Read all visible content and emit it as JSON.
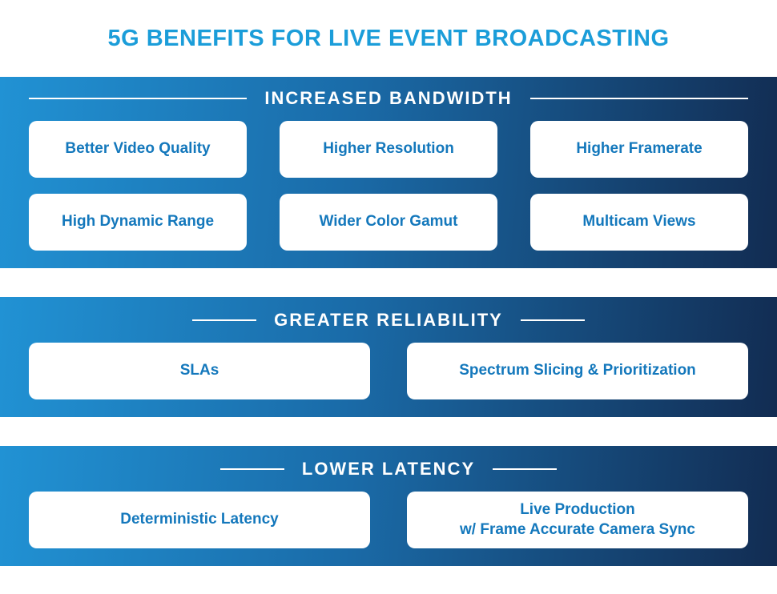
{
  "page": {
    "title": "5G BENEFITS FOR LIVE EVENT BROADCASTING"
  },
  "colors": {
    "title_text": "#1b9dd9",
    "band_gradient_start": "#2192d4",
    "band_gradient_end": "#122c52",
    "heading_text": "#ffffff",
    "card_background": "#ffffff",
    "card_text": "#1478bc"
  },
  "sections": [
    {
      "heading": "INCREASED BANDWIDTH",
      "cards": [
        "Better Video Quality",
        "Higher Resolution",
        "Higher Framerate",
        "High Dynamic Range",
        "Wider Color Gamut",
        "Multicam Views"
      ]
    },
    {
      "heading": "GREATER RELIABILITY",
      "cards": [
        "SLAs",
        "Spectrum Slicing & Prioritization"
      ]
    },
    {
      "heading": "LOWER LATENCY",
      "cards": [
        "Deterministic Latency",
        "Live Production\nw/ Frame Accurate Camera Sync"
      ]
    }
  ]
}
